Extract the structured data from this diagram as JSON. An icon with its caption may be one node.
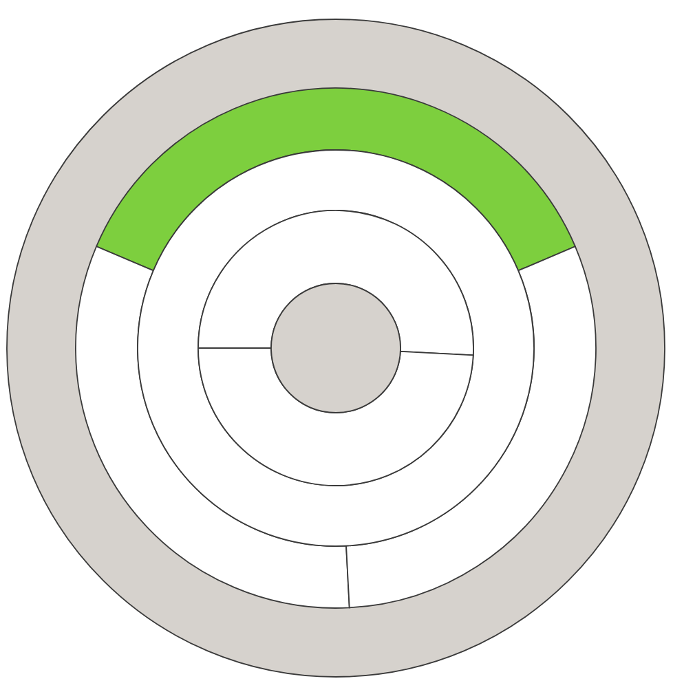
{
  "diagram": {
    "nodes": [
      {
        "text": [],
        "shape": "circle"
      },
      {
        "text": [],
        "shape": "band",
        "in": 0
      },
      {
        "text": [],
        "shape": "band",
        "in": 0
      },
      {
        "text": [],
        "shape": "band",
        "in": 0
      },
      {
        "text": [],
        "shape": "ring",
        "in": 0
      },
      {
        "text": [],
        "shape": "band",
        "in": 4
      },
      {
        "text": [],
        "shape": "band",
        "in": 4
      },
      {
        "text": [],
        "shape": "circle",
        "in": 4
      }
    ]
  }
}
